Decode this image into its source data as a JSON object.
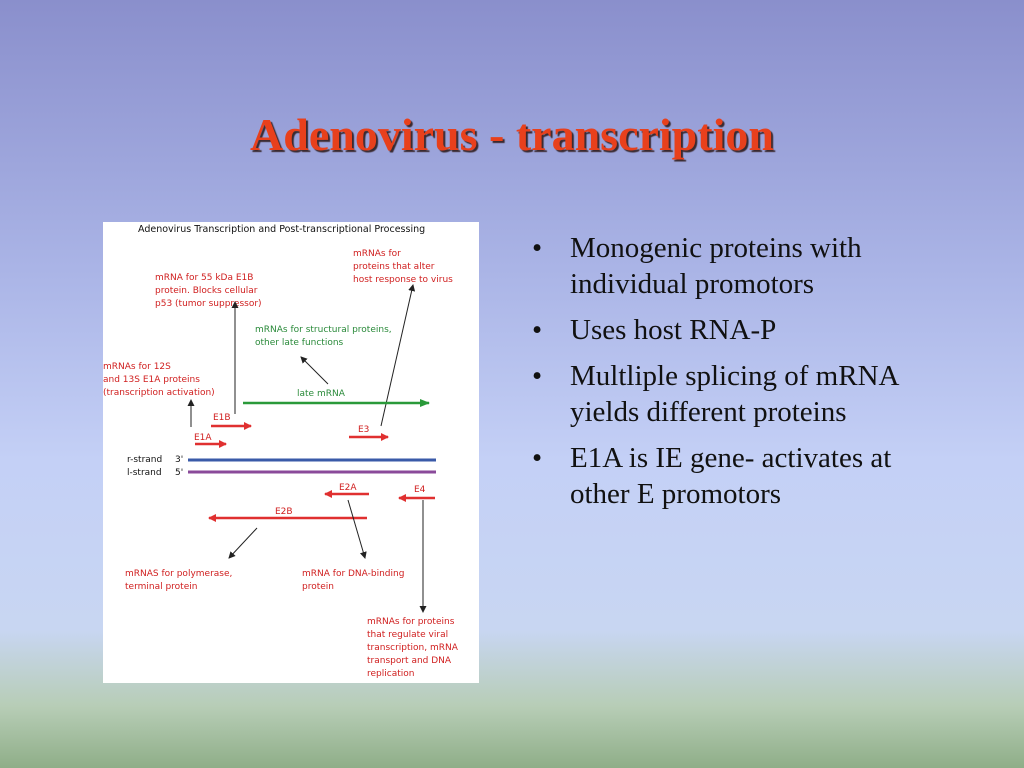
{
  "slide": {
    "title": "Adenovirus - transcription"
  },
  "figure": {
    "heading": "Adenovirus Transcription and Post-transcriptional Processing",
    "labels": {
      "e1b_product": [
        "mRNA for 55 kDa E1B",
        "protein. Blocks cellular",
        "p53 (tumor suppressor)"
      ],
      "e3_product": [
        "mRNAs for",
        "proteins that alter",
        "host response to virus"
      ],
      "late_product": [
        "mRNAs for structural proteins,",
        "other late functions"
      ],
      "e1a_product": [
        "mRNAs for 12S",
        "and 13S E1A proteins",
        "(transcription activation)"
      ],
      "late_mrna": "late mRNA",
      "e1b": "E1B",
      "e1a": "E1A",
      "e3": "E3",
      "r_strand": "r-strand",
      "l_strand": "l-strand",
      "r_end": "3'",
      "l_end": "5'",
      "e2a": "E2A",
      "e4": "E4",
      "e2b": "E2B",
      "e2b_product": [
        "mRNAS for polymerase,",
        "terminal protein"
      ],
      "e2a_product": [
        "mRNA for DNA-binding",
        "protein"
      ],
      "e4_product": [
        "mRNAs for proteins",
        "that regulate viral",
        "transcription, mRNA",
        "transport and DNA",
        "replication"
      ]
    },
    "colors": {
      "early": "#e03030",
      "late": "#2a9a3a",
      "r_strand": "#3a5aa8",
      "l_strand": "#8a4a9a"
    }
  },
  "bullets": {
    "marker": "•",
    "items": [
      "Monogenic proteins with individual promotors",
      "Uses host RNA-P",
      "Multliple splicing of mRNA yields different proteins",
      "E1A is IE gene- activates at other E promotors"
    ]
  }
}
